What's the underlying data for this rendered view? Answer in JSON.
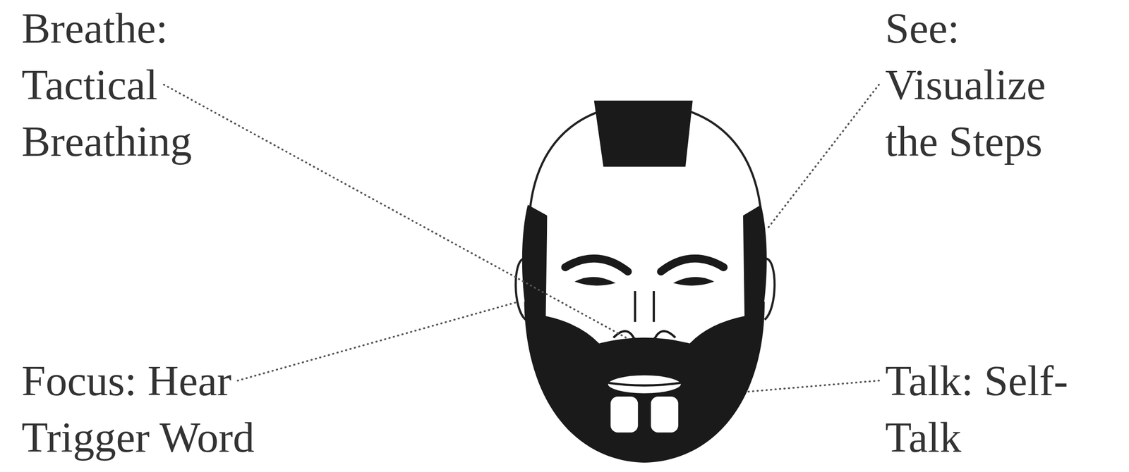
{
  "diagram": {
    "labels": [
      "Breathe: Tactical Breathing",
      "See: Visualize the Steps",
      "Focus: Hear Trigger Word",
      "Talk: Self-Talk"
    ]
  }
}
